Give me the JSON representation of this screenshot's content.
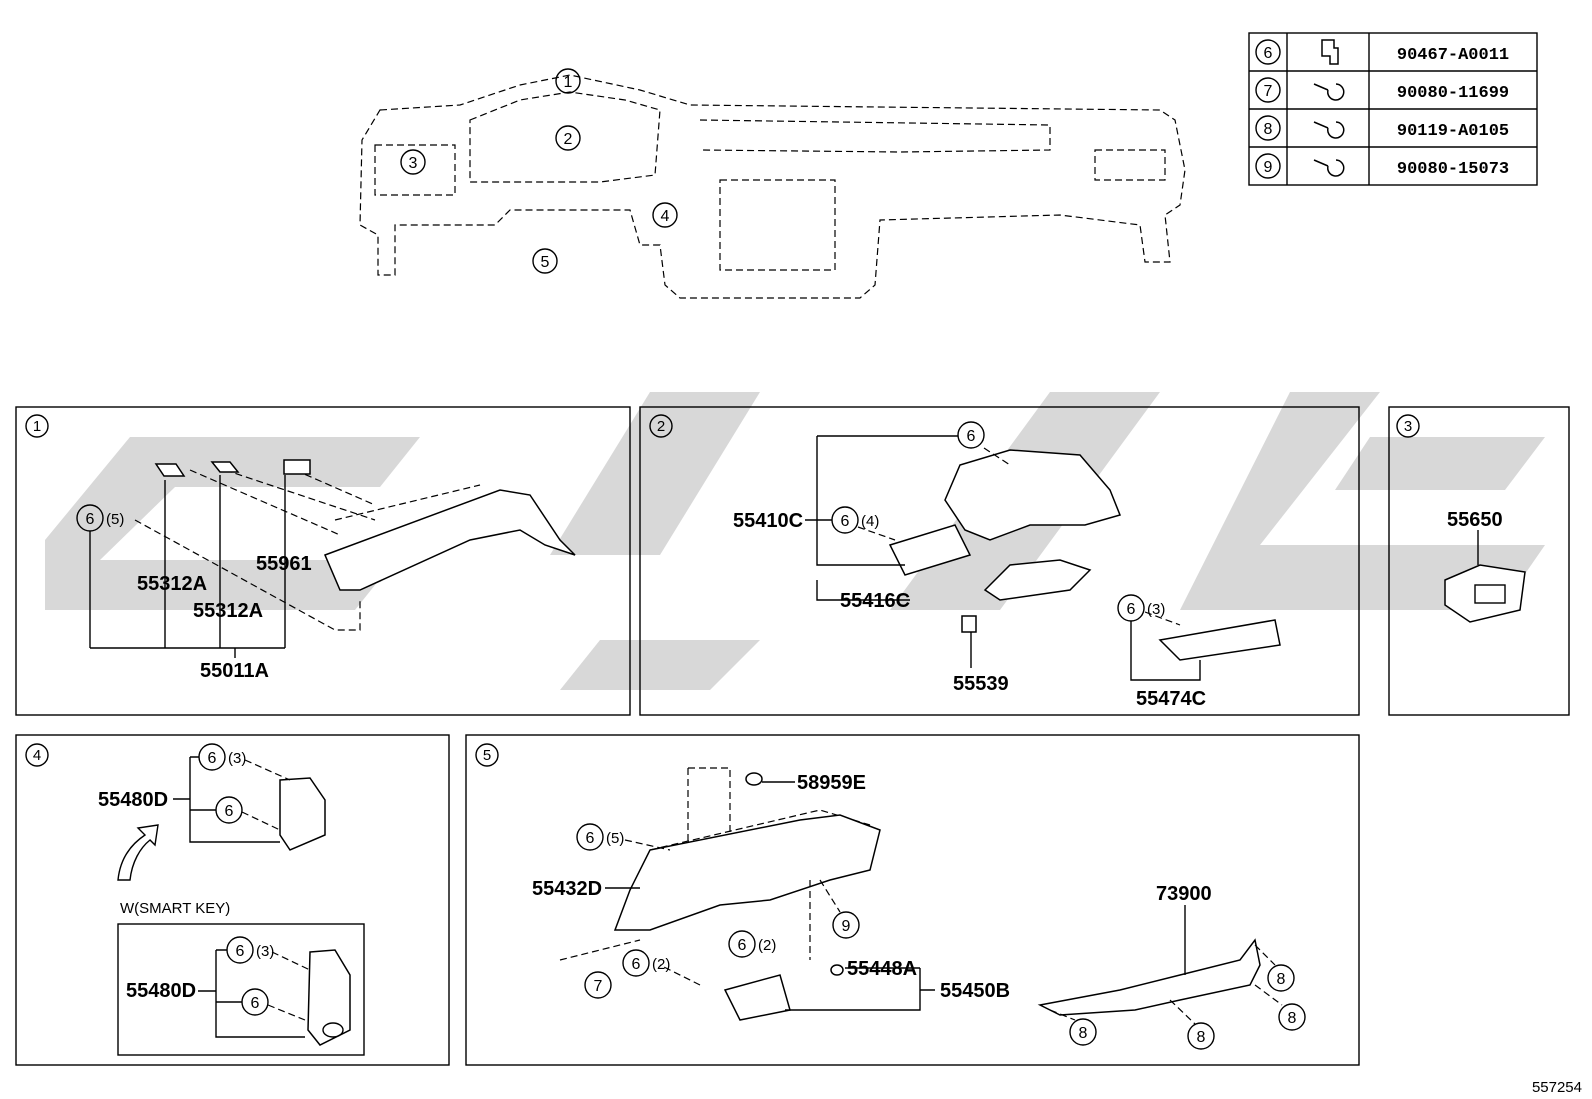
{
  "fastener_table": [
    {
      "ref": "6",
      "part_no": "90467-A0011"
    },
    {
      "ref": "7",
      "part_no": "90080-11699"
    },
    {
      "ref": "8",
      "part_no": "90119-A0105"
    },
    {
      "ref": "9",
      "part_no": "90080-15073"
    }
  ],
  "overview_callouts": [
    "1",
    "2",
    "3",
    "4",
    "5"
  ],
  "panels": {
    "p1": {
      "num": "1",
      "qty": "(5)",
      "parts": [
        "55312A",
        "55312A",
        "55961",
        "55011A"
      ]
    },
    "p2": {
      "num": "2",
      "qty_a": "(4)",
      "qty_b": "(3)",
      "parts": [
        "55410C",
        "55416C",
        "55539",
        "55474C"
      ]
    },
    "p3": {
      "num": "3",
      "parts": [
        "55650"
      ]
    },
    "p4": {
      "num": "4",
      "qty_a": "(3)",
      "qty_b": "(3)",
      "parts": [
        "55480D",
        "55480D"
      ],
      "variant": "W(SMART KEY)"
    },
    "p5": {
      "num": "5",
      "qty_a": "(5)",
      "qty_b": "(2)",
      "qty_c": "(2)",
      "parts": [
        "58959E",
        "55432D",
        "55448A",
        "55450B",
        "73900"
      ]
    }
  },
  "diagram_id": "557254"
}
